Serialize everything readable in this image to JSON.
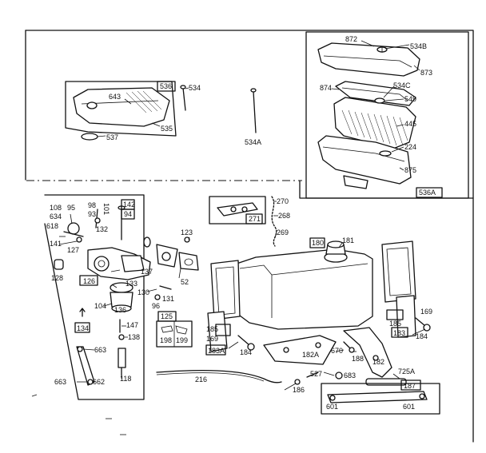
{
  "labels": [
    {
      "id": "872",
      "text": "872"
    },
    {
      "id": "534B",
      "text": "534B"
    },
    {
      "id": "873",
      "text": "873"
    },
    {
      "id": "874",
      "text": "874"
    },
    {
      "id": "534C",
      "text": "534C"
    },
    {
      "id": "549",
      "text": "549"
    },
    {
      "id": "445",
      "text": "445"
    },
    {
      "id": "224",
      "text": "224"
    },
    {
      "id": "875",
      "text": "875"
    },
    {
      "id": "536A",
      "text": "536A"
    },
    {
      "id": "536",
      "text": "536"
    },
    {
      "id": "534",
      "text": "534"
    },
    {
      "id": "643",
      "text": "643"
    },
    {
      "id": "535",
      "text": "535"
    },
    {
      "id": "537",
      "text": "537"
    },
    {
      "id": "534A",
      "text": "534A"
    },
    {
      "id": "108",
      "text": "108"
    },
    {
      "id": "95",
      "text": "95"
    },
    {
      "id": "634",
      "text": "634"
    },
    {
      "id": "618",
      "text": "618"
    },
    {
      "id": "141",
      "text": "141"
    },
    {
      "id": "98",
      "text": "98"
    },
    {
      "id": "93",
      "text": "93"
    },
    {
      "id": "132",
      "text": "132"
    },
    {
      "id": "101",
      "text": "101"
    },
    {
      "id": "142",
      "text": "142"
    },
    {
      "id": "94",
      "text": "94"
    },
    {
      "id": "127",
      "text": "127"
    },
    {
      "id": "126",
      "text": "126"
    },
    {
      "id": "128",
      "text": "128"
    },
    {
      "id": "137",
      "text": "137"
    },
    {
      "id": "123",
      "text": "123"
    },
    {
      "id": "52",
      "text": "52"
    },
    {
      "id": "133",
      "text": "133"
    },
    {
      "id": "130",
      "text": "130"
    },
    {
      "id": "131",
      "text": "131"
    },
    {
      "id": "96",
      "text": "96"
    },
    {
      "id": "104",
      "text": "104"
    },
    {
      "id": "136",
      "text": "136"
    },
    {
      "id": "125",
      "text": "125"
    },
    {
      "id": "134",
      "text": "134"
    },
    {
      "id": "147",
      "text": "147"
    },
    {
      "id": "138",
      "text": "138"
    },
    {
      "id": "198",
      "text": "198"
    },
    {
      "id": "199",
      "text": "199"
    },
    {
      "id": "663a",
      "text": "663"
    },
    {
      "id": "118",
      "text": "118"
    },
    {
      "id": "663b",
      "text": "663"
    },
    {
      "id": "662",
      "text": "662"
    },
    {
      "id": "270",
      "text": "270"
    },
    {
      "id": "271",
      "text": "271"
    },
    {
      "id": "268",
      "text": "268"
    },
    {
      "id": "269",
      "text": "269"
    },
    {
      "id": "180",
      "text": "180"
    },
    {
      "id": "181",
      "text": "181"
    },
    {
      "id": "185a",
      "text": "185"
    },
    {
      "id": "169a",
      "text": "169"
    },
    {
      "id": "183A",
      "text": "183A"
    },
    {
      "id": "184a",
      "text": "184"
    },
    {
      "id": "182A",
      "text": "182A"
    },
    {
      "id": "670",
      "text": "670"
    },
    {
      "id": "188",
      "text": "188"
    },
    {
      "id": "182",
      "text": "182"
    },
    {
      "id": "185b",
      "text": "185"
    },
    {
      "id": "169b",
      "text": "169"
    },
    {
      "id": "183",
      "text": "183"
    },
    {
      "id": "184b",
      "text": "184"
    },
    {
      "id": "216",
      "text": "216"
    },
    {
      "id": "186",
      "text": "186"
    },
    {
      "id": "527",
      "text": "527"
    },
    {
      "id": "683",
      "text": "683"
    },
    {
      "id": "725A",
      "text": "725A"
    },
    {
      "id": "187",
      "text": "187"
    },
    {
      "id": "601a",
      "text": "601"
    },
    {
      "id": "601b",
      "text": "601"
    }
  ]
}
